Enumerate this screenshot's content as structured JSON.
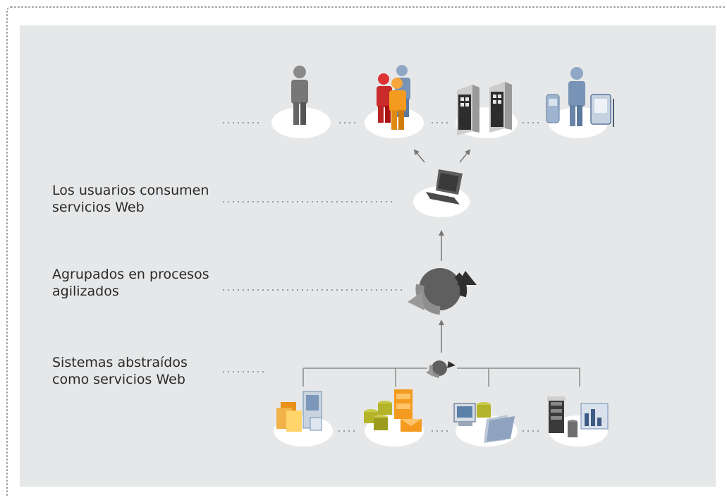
{
  "colors": {
    "panel_bg": "#e6e7e8",
    "border_dots": "#9b9b9b",
    "text": "#2a2a2a",
    "ellipse": "#ffffff",
    "arrow": "#777777",
    "accent_blue": "#6f8fb3",
    "accent_red": "#d62b2b",
    "accent_orange": "#f39a1f",
    "accent_green": "#b4b42a"
  },
  "labels": {
    "usuarios": {
      "line1": "Los usuarios consumen",
      "line2": "servicios Web"
    },
    "agrupados": {
      "line1": "Agrupados en procesos",
      "line2": "agilizados"
    },
    "sistemas": {
      "line1": "Sistemas abstraídos",
      "line2": "como servicios Web"
    }
  },
  "icons": {
    "consumers": [
      "person-icon",
      "group-icon",
      "server-icon",
      "devices-icon"
    ],
    "laptop": "laptop-icon",
    "process": "process-cycle-icon",
    "small_process": "small-process-cycle-icon",
    "systems": [
      "documents-server-icon",
      "database-icon",
      "desktop-folder-icon",
      "rack-chart-icon"
    ]
  }
}
